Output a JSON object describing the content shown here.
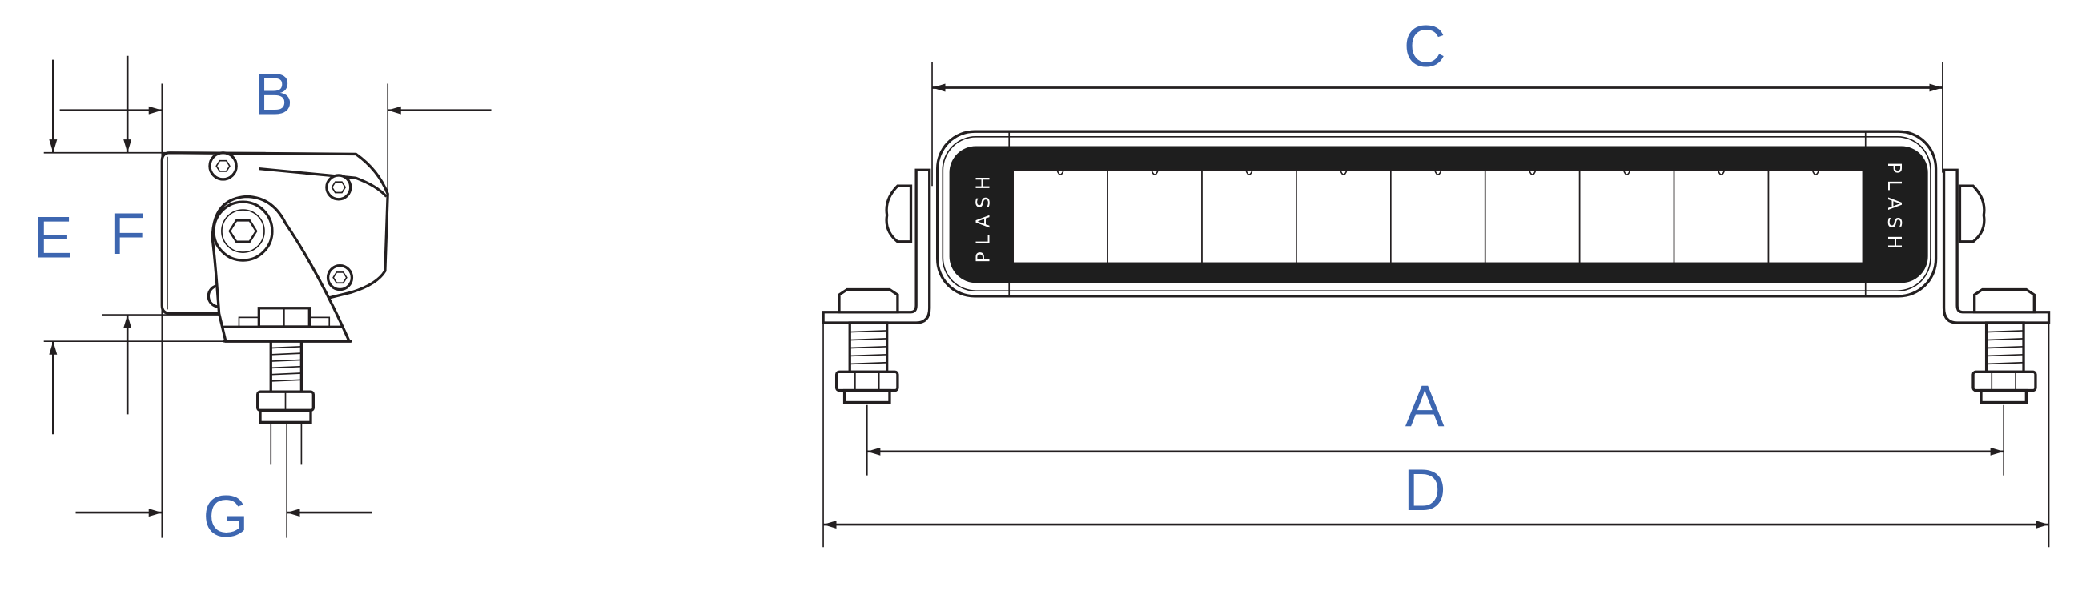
{
  "colors": {
    "label": "#3d66b0",
    "line": "#231f20",
    "lens_frame": "#1e1e1e"
  },
  "dimension_labels": {
    "A": "A",
    "B": "B",
    "C": "C",
    "D": "D",
    "E": "E",
    "F": "F",
    "G": "G"
  },
  "logo_text": "PLASH",
  "led_segments": 9
}
